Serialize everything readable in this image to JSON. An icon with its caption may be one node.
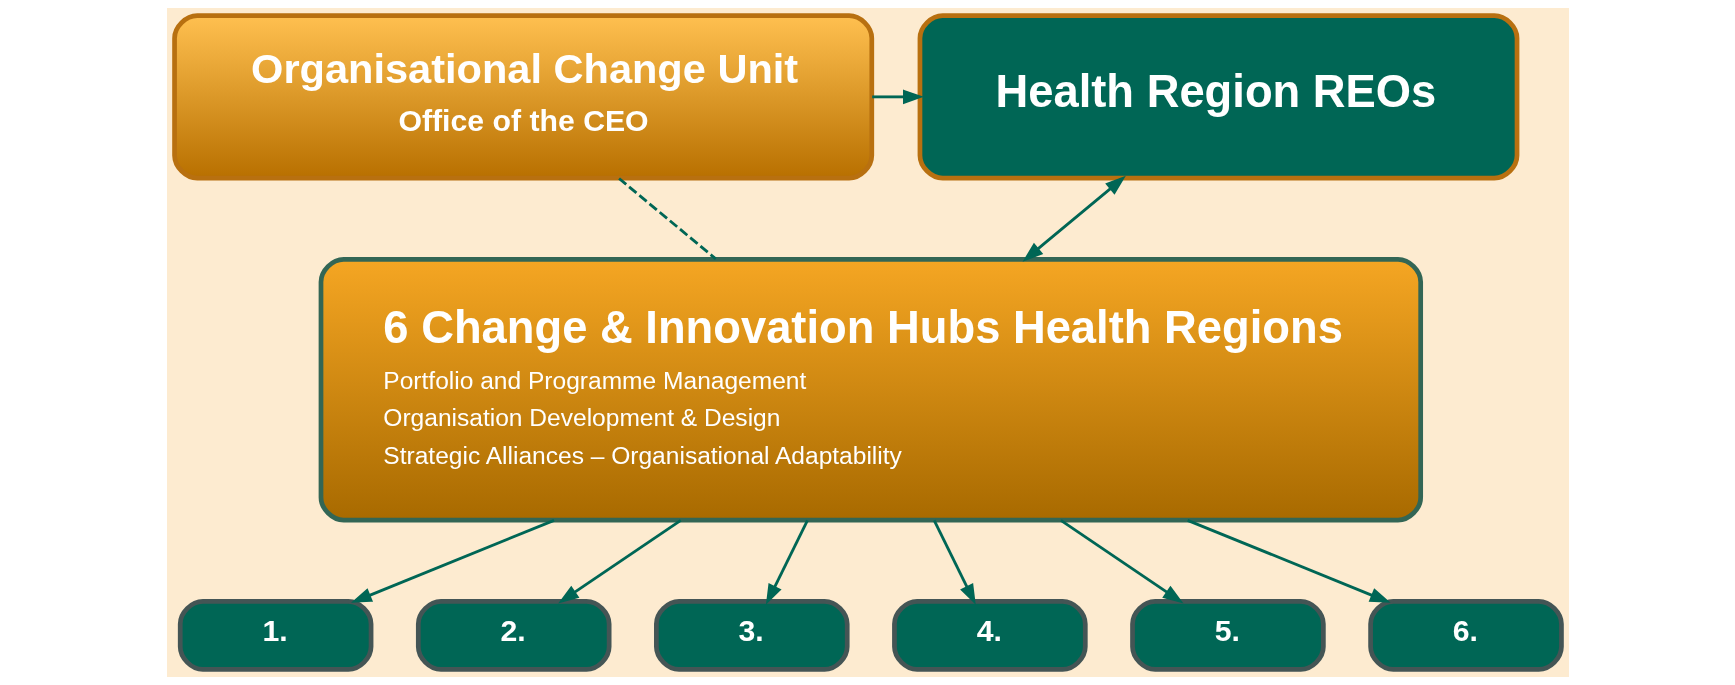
{
  "diagram": {
    "nodes": [
      {
        "text": [
          "Organisational Change Unit",
          "Office of the CEO"
        ]
      },
      {
        "text": [
          "Health Region REOs"
        ]
      },
      {
        "text": [
          "6 Change & Innovation Hubs Health Regions",
          "Portfolio and Programme Management",
          "Organisation Development & Design",
          "Strategic Alliances – Organisational Adaptability"
        ]
      },
      {
        "text": [
          "1."
        ]
      },
      {
        "text": [
          "2."
        ]
      },
      {
        "text": [
          "3."
        ]
      },
      {
        "text": [
          "4."
        ]
      },
      {
        "text": [
          "5."
        ]
      },
      {
        "text": [
          "6."
        ]
      }
    ],
    "edges": [
      {
        "from": 0,
        "to": 1,
        "arrow": "to"
      },
      {
        "from": 1,
        "to": 2,
        "arrow": "both"
      },
      {
        "from": 0,
        "to": 2,
        "arrow": "none",
        "style": "dashed"
      },
      {
        "from": 2,
        "to": 3,
        "arrow": "to"
      },
      {
        "from": 2,
        "to": 4,
        "arrow": "to"
      },
      {
        "from": 2,
        "to": 5,
        "arrow": "to"
      },
      {
        "from": 2,
        "to": 6,
        "arrow": "to"
      },
      {
        "from": 2,
        "to": 7,
        "arrow": "to"
      },
      {
        "from": 2,
        "to": 8,
        "arrow": "to"
      }
    ]
  }
}
